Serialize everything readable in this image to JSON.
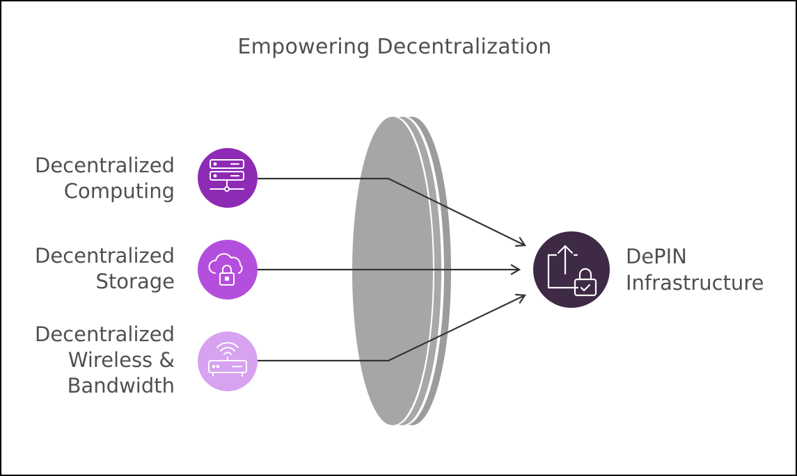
{
  "diagram": {
    "title": "Empowering Decentralization",
    "sources": [
      {
        "line1": "Decentralized",
        "line2": "Computing",
        "line3": "",
        "icon": "server-icon",
        "color": "#8e2bb5"
      },
      {
        "line1": "Decentralized",
        "line2": "Storage",
        "line3": "",
        "icon": "cloud-lock-icon",
        "color": "#b34fdc"
      },
      {
        "line1": "Decentralized",
        "line2": "Wireless &",
        "line3": "Bandwidth",
        "icon": "wifi-router-icon",
        "color": "#d7a2f0"
      }
    ],
    "target": {
      "line1": "DePIN",
      "line2": "Infrastructure",
      "icon": "share-lock-icon",
      "color": "#3e2a45"
    },
    "lens_color": "#a6a6a6"
  }
}
